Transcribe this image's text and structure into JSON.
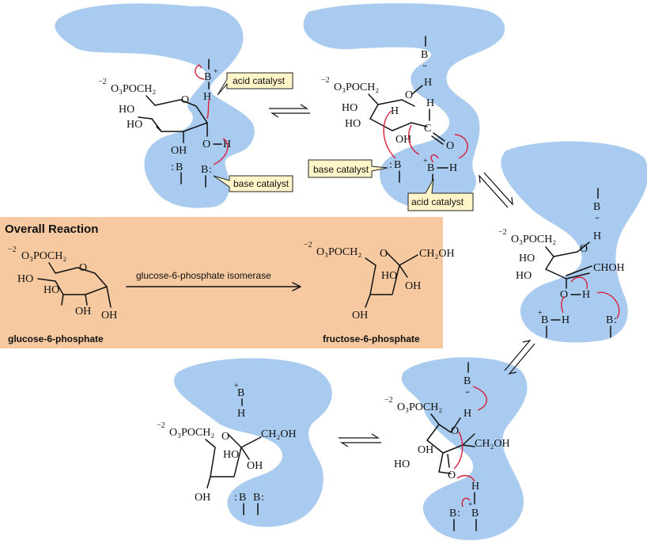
{
  "labels": {
    "acid_catalyst": "acid catalyst",
    "base_catalyst": "base catalyst"
  },
  "overall": {
    "title": "Overall Reaction",
    "enzyme": "glucose-6-phosphate isomerase",
    "reactant": "glucose-6-phosphate",
    "product": "fructose-6-phosphate"
  },
  "atoms": {
    "phosphate_group": "O₃POCH₂",
    "phosphate_charge": "−2",
    "oh": "OH",
    "ho": "HO",
    "o": "O",
    "h": "H",
    "b": "B",
    "ch2oh": "CH₂OH",
    "chooh": "CHOH",
    "lone_pair": ":",
    "plus": "+"
  },
  "colors": {
    "enzyme_blob": "#a9cbef",
    "overall_panel": "#f7c9a0",
    "electron_arrow": "#d61f3b",
    "callout": "#fff5c9"
  }
}
